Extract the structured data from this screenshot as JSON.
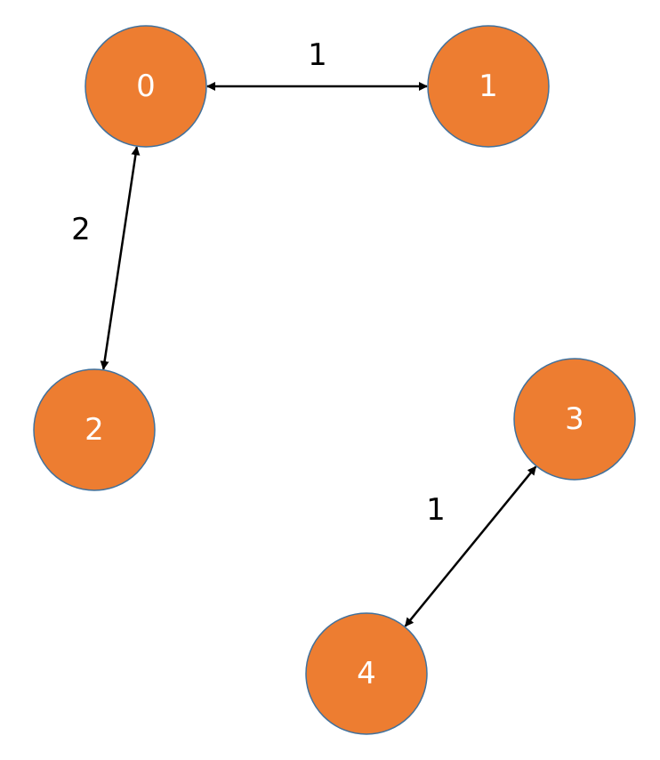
{
  "colors": {
    "node_fill": "#ed7d31",
    "node_stroke": "#41719c",
    "node_label": "#ffffff",
    "edge": "#000000",
    "edge_label": "#000000",
    "background": "#ffffff"
  },
  "graph": {
    "nodes": [
      {
        "id": "0",
        "label": "0"
      },
      {
        "id": "1",
        "label": "1"
      },
      {
        "id": "2",
        "label": "2"
      },
      {
        "id": "3",
        "label": "3"
      },
      {
        "id": "4",
        "label": "4"
      }
    ],
    "edges": [
      {
        "from": "0",
        "to": "1",
        "weight": "1",
        "bidirectional": true
      },
      {
        "from": "0",
        "to": "2",
        "weight": "2",
        "bidirectional": true
      },
      {
        "from": "3",
        "to": "4",
        "weight": "1",
        "bidirectional": true
      }
    ]
  }
}
